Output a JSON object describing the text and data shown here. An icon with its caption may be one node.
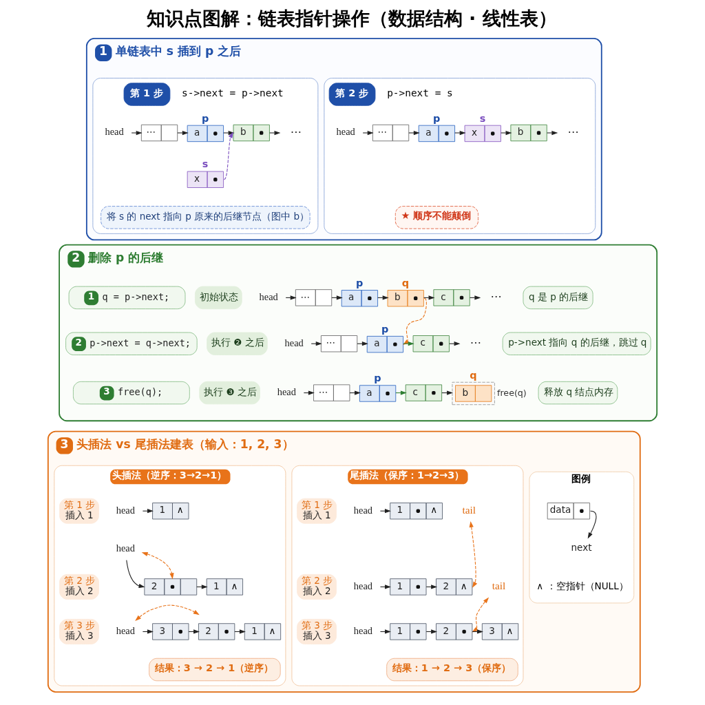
{
  "diagram": {
    "title": "知识点图解：链表指针操作（数据结构 · 线性表）",
    "nodes": [
      {
        "text": [
          "1",
          "单链表中 s 插到 p 之后"
        ]
      },
      {
        "text": [],
        "shape": "box",
        "in": 0
      },
      {
        "text": [
          "第 1 步"
        ],
        "in": 1
      },
      {
        "text": [
          "head"
        ],
        "in": 1
      },
      {
        "text": [
          "⋯"
        ],
        "in": 1
      },
      {
        "text": [
          "a"
        ],
        "beside": [
          "p"
        ],
        "in": 1
      },
      {
        "text": [
          "b"
        ],
        "in": 1
      },
      {
        "text": [
          "⋯"
        ],
        "in": 1
      },
      {
        "text": [
          "x"
        ],
        "beside": [
          "s"
        ],
        "in": 1
      },
      {
        "text": [
          "将 s 的 next 指向 p 原来的后继节点（图中 b）"
        ],
        "in": 1
      },
      {
        "text": [],
        "shape": "box",
        "in": 0
      },
      {
        "text": [
          "第 2 步"
        ],
        "in": 10
      },
      {
        "text": [
          "head"
        ],
        "in": 10
      },
      {
        "text": [
          "⋯"
        ],
        "in": 10
      },
      {
        "text": [
          "a"
        ],
        "beside": [
          "p"
        ],
        "in": 10
      },
      {
        "text": [
          "x"
        ],
        "beside": [
          "s"
        ],
        "in": 10
      },
      {
        "text": [
          "b"
        ],
        "in": 10
      },
      {
        "text": [
          "⋯"
        ],
        "in": 10
      },
      {
        "text": [
          "★ 顺序不能颠倒"
        ],
        "in": 10
      },
      {
        "text": [
          "2",
          "删除 p 的后继"
        ]
      },
      {
        "text": [
          "1",
          "q = p->next;"
        ],
        "in": 19
      },
      {
        "text": [
          "2",
          "p->next = q->next;"
        ],
        "in": 19
      },
      {
        "text": [
          "3",
          "free(q);"
        ],
        "in": 19
      },
      {
        "text": [
          "初始状态"
        ],
        "in": 19
      },
      {
        "text": [
          "head"
        ],
        "in": 19
      },
      {
        "text": [
          "⋯"
        ],
        "in": 19
      },
      {
        "text": [
          "a"
        ],
        "beside": [
          "p"
        ],
        "in": 19
      },
      {
        "text": [
          "b"
        ],
        "beside": [
          "q"
        ],
        "in": 19
      },
      {
        "text": [
          "c"
        ],
        "in": 19
      },
      {
        "text": [
          "⋯"
        ],
        "in": 19
      },
      {
        "text": [
          "q 是 p 的后继"
        ],
        "in": 19
      },
      {
        "text": [
          "执行 ❷ 之后"
        ],
        "in": 19
      },
      {
        "text": [
          "head"
        ],
        "in": 19
      },
      {
        "text": [
          "⋯"
        ],
        "in": 19
      },
      {
        "text": [
          "a"
        ],
        "beside": [
          "p"
        ],
        "in": 19
      },
      {
        "text": [
          "c"
        ],
        "in": 19
      },
      {
        "text": [
          "⋯"
        ],
        "in": 19
      },
      {
        "text": [
          "p->next 指向 q 的后继，跳过 q"
        ],
        "in": 19
      },
      {
        "text": [
          "执行 ❸ 之后"
        ],
        "in": 19
      },
      {
        "text": [
          "head"
        ],
        "in": 19
      },
      {
        "text": [
          "⋯"
        ],
        "in": 19
      },
      {
        "text": [
          "a"
        ],
        "beside": [
          "p"
        ],
        "in": 19
      },
      {
        "text": [
          "c"
        ],
        "in": 19
      },
      {
        "text": [
          "b"
        ],
        "beside": [
          "q",
          "free(q)"
        ],
        "in": 19
      },
      {
        "text": [
          "释放 q 结点内存"
        ],
        "in": 19
      },
      {
        "text": [
          "3",
          "头插法 vs 尾插法建表（输入：1, 2, 3）"
        ]
      },
      {
        "text": [
          "头插法（逆序：3→2→1）"
        ],
        "in": 45
      },
      {
        "text": [
          "第 1 步",
          "插入 1"
        ],
        "in": 46
      },
      {
        "text": [
          "head"
        ],
        "in": 46
      },
      {
        "text": [
          "1",
          "∧"
        ],
        "in": 46
      },
      {
        "text": [
          "第 2 步",
          "插入 2"
        ],
        "in": 46
      },
      {
        "text": [
          "head"
        ],
        "in": 46
      },
      {
        "text": [
          "2"
        ],
        "in": 46
      },
      {
        "text": [
          "1",
          "∧"
        ],
        "in": 46
      },
      {
        "text": [
          "第 3 步",
          "插入 3"
        ],
        "in": 46
      },
      {
        "text": [
          "head"
        ],
        "in": 46
      },
      {
        "text": [
          "3"
        ],
        "in": 46
      },
      {
        "text": [
          "2"
        ],
        "in": 46
      },
      {
        "text": [
          "1",
          "∧"
        ],
        "in": 46
      },
      {
        "text": [
          "结果：3 → 2 → 1（逆序）"
        ],
        "in": 46
      },
      {
        "text": [
          "尾插法（保序：1→2→3）"
        ],
        "in": 45
      },
      {
        "text": [
          "第 1 步",
          "插入 1"
        ],
        "in": 60
      },
      {
        "text": [
          "head"
        ],
        "in": 60
      },
      {
        "text": [
          "1",
          "∧"
        ],
        "in": 60
      },
      {
        "text": [
          "tail"
        ],
        "in": 60
      },
      {
        "text": [
          "第 2 步",
          "插入 2"
        ],
        "in": 60
      },
      {
        "text": [
          "head"
        ],
        "in": 60
      },
      {
        "text": [
          "1"
        ],
        "in": 60
      },
      {
        "text": [
          "2",
          "∧"
        ],
        "in": 60
      },
      {
        "text": [
          "tail"
        ],
        "in": 60
      },
      {
        "text": [
          "第 3 步",
          "插入 3"
        ],
        "in": 60
      },
      {
        "text": [
          "head"
        ],
        "in": 60
      },
      {
        "text": [
          "1"
        ],
        "in": 60
      },
      {
        "text": [
          "2"
        ],
        "in": 60
      },
      {
        "text": [
          "3",
          "∧"
        ],
        "in": 60
      },
      {
        "text": [
          "结果：1 → 2 → 3（保序）"
        ],
        "in": 60
      },
      {
        "text": [
          "图例"
        ],
        "in": 45
      },
      {
        "text": [
          "data"
        ],
        "in": 76
      },
      {
        "text": [
          "next"
        ],
        "in": 76
      }
    ],
    "edges": [
      {
        "from": 3,
        "to": 4,
        "arrow": "to"
      },
      {
        "from": 4,
        "to": 5,
        "arrow": "to"
      },
      {
        "from": 5,
        "to": 6,
        "arrow": "to"
      },
      {
        "from": 6,
        "to": 7,
        "arrow": "to"
      },
      {
        "from": 8,
        "to": 6,
        "arrow": "to",
        "style": "dashed",
        "color": "#7b4fbf"
      },
      {
        "from": 12,
        "to": 13,
        "arrow": "to"
      },
      {
        "from": 13,
        "to": 14,
        "arrow": "to"
      },
      {
        "from": 14,
        "to": 15,
        "arrow": "to"
      },
      {
        "from": 15,
        "to": 16,
        "arrow": "to"
      },
      {
        "from": 16,
        "to": 17,
        "arrow": "to"
      },
      {
        "from": 24,
        "to": 25,
        "arrow": "to"
      },
      {
        "from": 25,
        "to": 26,
        "arrow": "to"
      },
      {
        "from": 26,
        "to": 27,
        "arrow": "to"
      },
      {
        "from": 27,
        "to": 28,
        "arrow": "to"
      },
      {
        "from": 28,
        "to": 29,
        "arrow": "to"
      },
      {
        "from": 27,
        "to": 34,
        "arrow": "to",
        "style": "dashed",
        "color": "#e8731a"
      },
      {
        "from": 32,
        "to": 33,
        "arrow": "to"
      },
      {
        "from": 33,
        "to": 34,
        "arrow": "to"
      },
      {
        "from": 34,
        "to": 35,
        "arrow": "to",
        "color": "#2e7d32"
      },
      {
        "from": 35,
        "to": 36,
        "arrow": "to"
      },
      {
        "from": 39,
        "to": 40,
        "arrow": "to"
      },
      {
        "from": 40,
        "to": 41,
        "arrow": "to"
      },
      {
        "from": 41,
        "to": 42,
        "arrow": "to",
        "color": "#2e7d32"
      },
      {
        "from": 42,
        "to": 43,
        "arrow": "to"
      },
      {
        "from": 48,
        "to": 49,
        "arrow": "to"
      },
      {
        "from": 51,
        "to": 52,
        "arrow": "to"
      },
      {
        "from": 52,
        "to": 53,
        "arrow": "to"
      },
      {
        "from": 51,
        "to": 52,
        "arrow": "both",
        "style": "dashed",
        "color": "#e8731a"
      },
      {
        "from": 55,
        "to": 56,
        "arrow": "to"
      },
      {
        "from": 56,
        "to": 57,
        "arrow": "to"
      },
      {
        "from": 57,
        "to": 58,
        "arrow": "to"
      },
      {
        "from": 55,
        "to": 57,
        "arrow": "both",
        "style": "dashed",
        "color": "#e8731a"
      },
      {
        "from": 62,
        "to": 63,
        "arrow": "to"
      },
      {
        "from": 66,
        "to": 67,
        "arrow": "to"
      },
      {
        "from": 67,
        "to": 68,
        "arrow": "to"
      },
      {
        "from": 64,
        "to": 68,
        "arrow": "both",
        "style": "dashed",
        "color": "#e8731a"
      },
      {
        "from": 71,
        "to": 72,
        "arrow": "to"
      },
      {
        "from": 72,
        "to": 73,
        "arrow": "to"
      },
      {
        "from": 73,
        "to": 74,
        "arrow": "to"
      },
      {
        "from": 69,
        "to": 73,
        "arrow": "both",
        "style": "dashed",
        "color": "#e8731a"
      },
      {
        "from": 77,
        "to": 78,
        "arrow": "to"
      }
    ],
    "labels": [
      "s->next = p->next",
      "p->next = s",
      "∧ ：空指针（NULL）"
    ]
  }
}
